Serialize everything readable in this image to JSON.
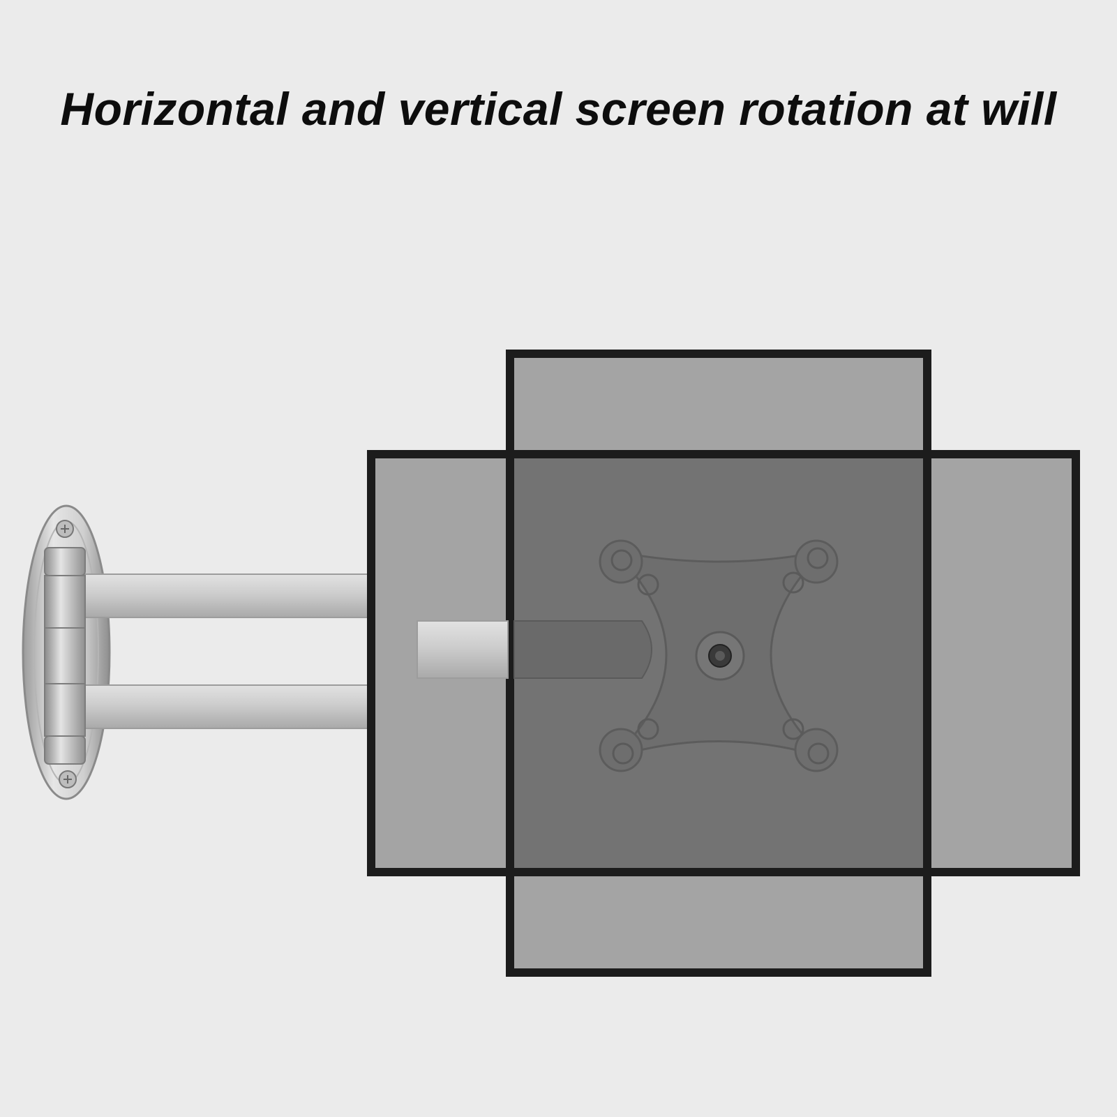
{
  "headline": "Horizontal and vertical screen rotation at will",
  "illustration": {
    "subject": "swivel-arm-wall-mount",
    "orientations": [
      "landscape",
      "portrait"
    ],
    "colors": {
      "background": "#ebebeb",
      "screen_frame": "#1c1c1c",
      "screen_fill": "#a4a4a4",
      "screen_overlap": "#737373",
      "arm_metal": "#c8c8c8"
    }
  }
}
